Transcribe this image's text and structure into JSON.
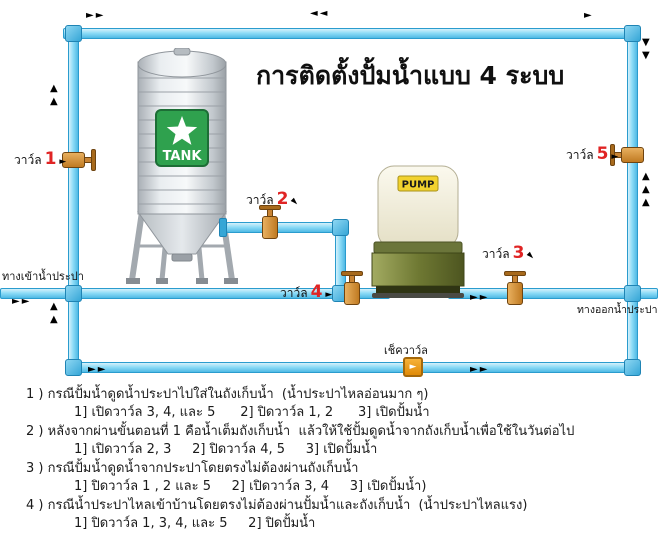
{
  "title": "การติดตั้งปั้มน้ำแบบ 4 ระบบ",
  "tank": {
    "label": "TANK"
  },
  "pump": {
    "label": "PUMP"
  },
  "labels": {
    "inlet": "ทางเข้าน้ำประปา",
    "outlet": "ทางออกน้ำประปา",
    "check_valve": "เช็ควาว์ล"
  },
  "valves": [
    {
      "word": "วาว์ล",
      "num": "1"
    },
    {
      "word": "วาว์ล",
      "num": "2"
    },
    {
      "word": "วาว์ล",
      "num": "3"
    },
    {
      "word": "วาว์ล",
      "num": "4"
    },
    {
      "word": "วาว์ล",
      "num": "5"
    }
  ],
  "icons": {
    "arrow_right": "►",
    "arrow_right_double": "►►",
    "arrow_left_double": "◄◄",
    "arrow_up": "▲",
    "arrow_down": "▼",
    "pointer": "►",
    "check_arrow": "►"
  },
  "colors": {
    "pipe_fill": "#8EDCF7",
    "pipe_border": "#2A9CCE",
    "joint_fill": "#35A6D6",
    "valve_body": "#C98434",
    "valve_number_red": "#E02424",
    "tank_badge_green": "#2FA14E",
    "pump_label_yellow": "#F2D22E",
    "pump_body_olive": "#6F7933",
    "check_valve_orange": "#E08A07"
  },
  "instructions": [
    {
      "main": "1 ) กรณีปั้มน้ำดูดน้ำประปาไปใส่ในถังเก็บน้ำ  (น้ำประปาไหลอ่อนมาก ๆ)",
      "sub": "1] เปิดวาว์ล 3, 4, และ 5      2] ปิดวาว์ล 1, 2      3] เปิดปั้มน้ำ"
    },
    {
      "main": "2 ) หลังจากผ่านขั้นตอนที่ 1 คือน้ำเต็มถังเก็บน้ำ  แล้วให้ใช้ปั้มดูดน้ำจากถังเก็บน้ำเพื่อใช้ในวันต่อไป",
      "sub": "1] เปิดวาว์ล 2, 3     2] ปิดวาว์ล 4, 5     3] เปิดปั้มน้ำ"
    },
    {
      "main": "3 ) กรณีปั้มน้ำดูดน้ำจากประปาโดยตรงไม่ต้องผ่านถังเก็บน้ำ",
      "sub": "1] ปิดวาว์ล 1 , 2 และ 5     2] เปิดวาว์ล 3, 4     3] เปิดปั้มน้ำ)"
    },
    {
      "main": "4 ) กรณีน้ำประปาไหลเข้าบ้านโดยตรงไม่ต้องผ่านปั้มน้ำและถังเก็บน้ำ  (น้ำประปาไหลแรง)",
      "sub": "1] ปิดวาว์ล 1, 3, 4, และ 5     2] ปิดปั้มน้ำ"
    }
  ]
}
